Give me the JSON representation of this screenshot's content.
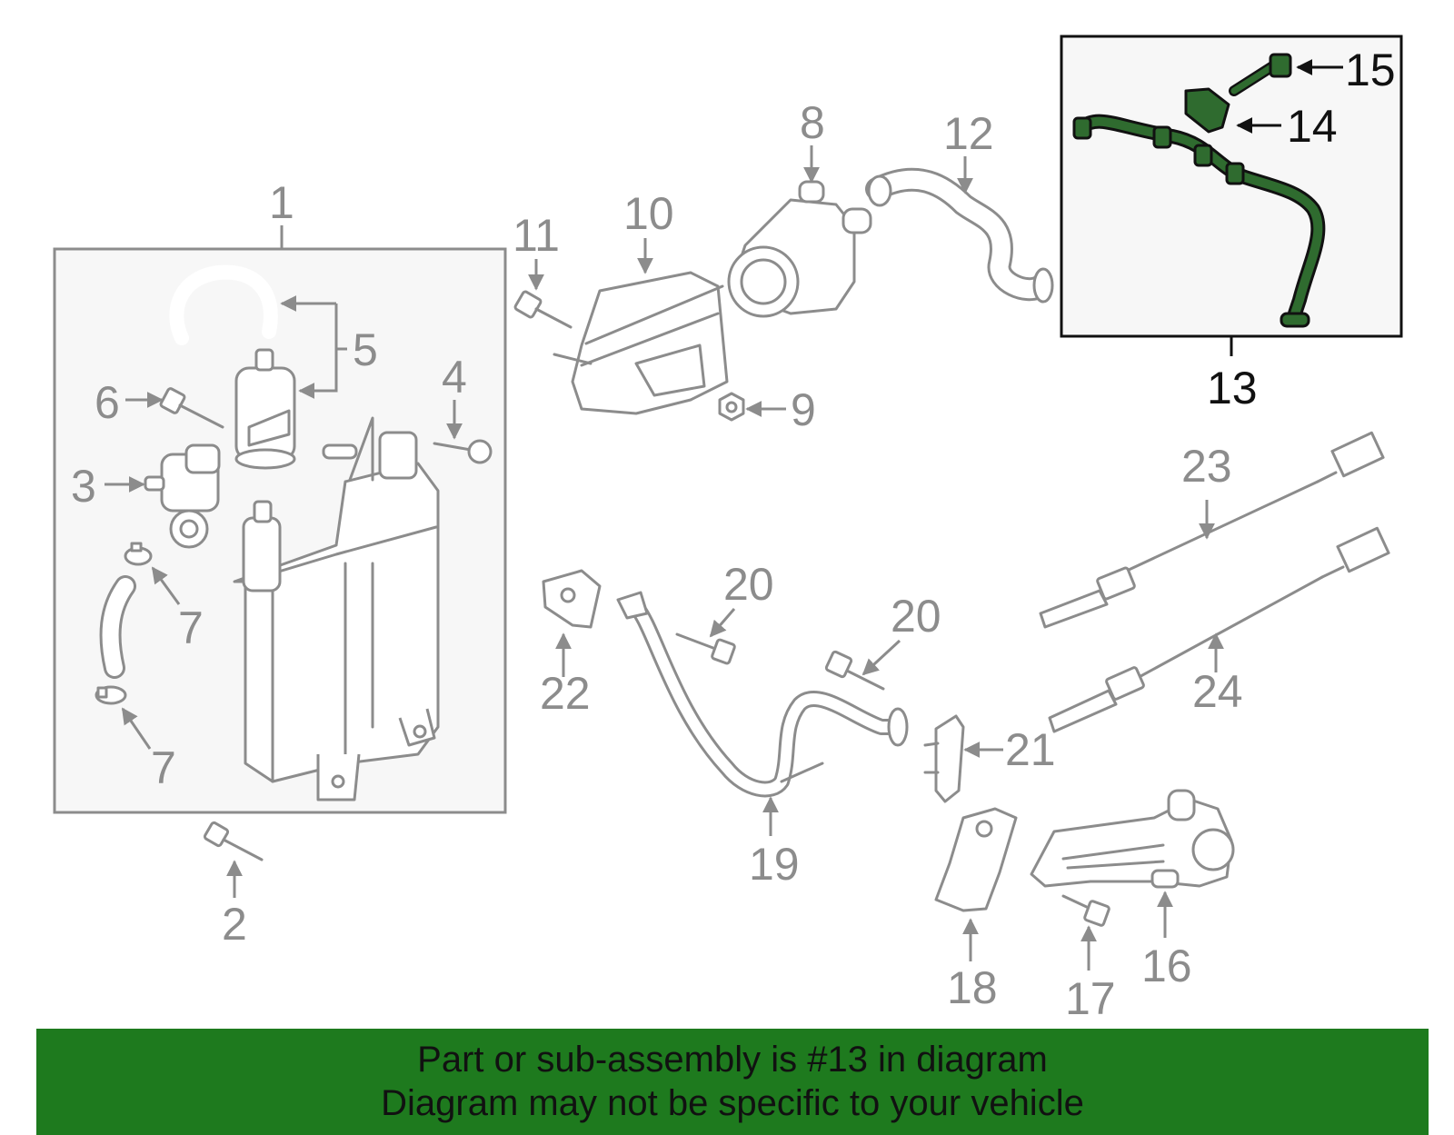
{
  "callouts": {
    "c1": "1",
    "c2": "2",
    "c3": "3",
    "c4": "4",
    "c5": "5",
    "c6": "6",
    "c7a": "7",
    "c7b": "7",
    "c8": "8",
    "c9": "9",
    "c10": "10",
    "c11": "11",
    "c12": "12",
    "c13": "13",
    "c14": "14",
    "c15": "15",
    "c16": "16",
    "c17": "17",
    "c18": "18",
    "c19": "19",
    "c20a": "20",
    "c20b": "20",
    "c21": "21",
    "c22": "22",
    "c23": "23",
    "c24": "24"
  },
  "highlight": {
    "part_number": "13",
    "color": "#2f6b2f"
  },
  "banner": {
    "line1": "Part or sub-assembly is #13 in diagram",
    "line2": "Diagram may not be specific to your vehicle",
    "color": "#1e7a1e"
  }
}
